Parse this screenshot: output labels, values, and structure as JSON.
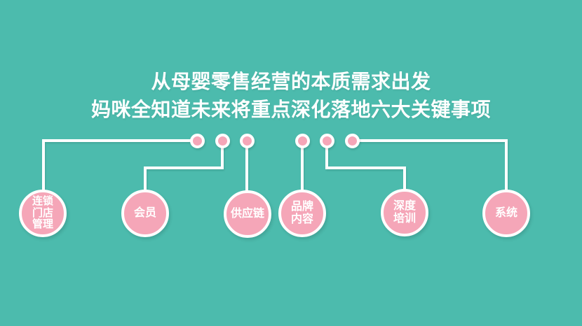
{
  "slide": {
    "title": {
      "line1": "从母婴零售经营的本质需求出发",
      "line2": "妈咪全知道未来将重点深化落地六大关键事项"
    },
    "nodes": [
      {
        "label": "连锁\n门店\n管理"
      },
      {
        "label": "会员"
      },
      {
        "label": "供应链"
      },
      {
        "label": "品牌\n内容"
      },
      {
        "label": "深度\n培训"
      },
      {
        "label": "系统"
      }
    ],
    "colors": {
      "background": "#4CBBAD",
      "node_fill": "#F5A6B8",
      "node_border": "#FFFFFF",
      "connector": "#FFFFFF",
      "title_text": "#FFFFFF",
      "node_text": "#FFFFFF"
    }
  }
}
